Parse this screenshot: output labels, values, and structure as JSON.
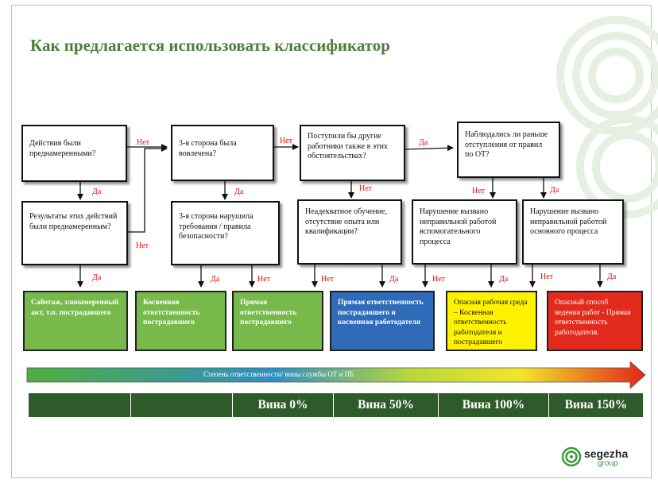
{
  "title": "Как предлагается использовать классификатор",
  "colors": {
    "title": "#4a7f3a",
    "result_green": "#78b94b",
    "result_blue": "#2f6bb8",
    "result_yellow": "#fff200",
    "result_red": "#e32b1d",
    "label_red": "#dd1111",
    "bar_dark_green": "#2f5a2a"
  },
  "decisions": {
    "q1": "Действия были преднамеренными?",
    "q2": "Результаты этих действий были преднамеренным?",
    "q3": "3-я сторона была вовлечена?",
    "q4": "3-я сторона нарушила требования / правила безопасности?",
    "q5": "Поступили бы другие работники также в этих обстоятельствах?",
    "q6": "Неадекватное обучение, отсутствие опыта или квалификации?",
    "q7": "Наблюдались ли раньше отступления от правил по ОТ?",
    "q8": "Нарушение вызвано неправильной работой вспомогательного процесса",
    "q9": "Нарушение вызвано неправильной работой основного процесса"
  },
  "labels": {
    "yes": "Да",
    "no": "Нет"
  },
  "results": {
    "r1": "Саботаж, злонамеренный акт, т.п. пострадавшего",
    "r2": "Косвенная ответственность пострадавшего",
    "r3": "Прямая ответственность пострадавшего",
    "r4": "Прямая ответственность пострадавшего и косвенная работодателя",
    "r5": "Опасная рабочая среда – Косвенная ответственность работодателя и пострадавшего",
    "r6": "Опасный способ ведения работ - Прямая ответственность работодателя."
  },
  "scale": {
    "label": "Степень ответственности/ вины службы ОТ и ПБ",
    "cells": [
      "",
      "",
      "Вина 0%",
      "Вина 50%",
      "Вина 100%",
      "Вина 150%"
    ]
  },
  "logo": {
    "name": "segezha",
    "sub": "group"
  }
}
